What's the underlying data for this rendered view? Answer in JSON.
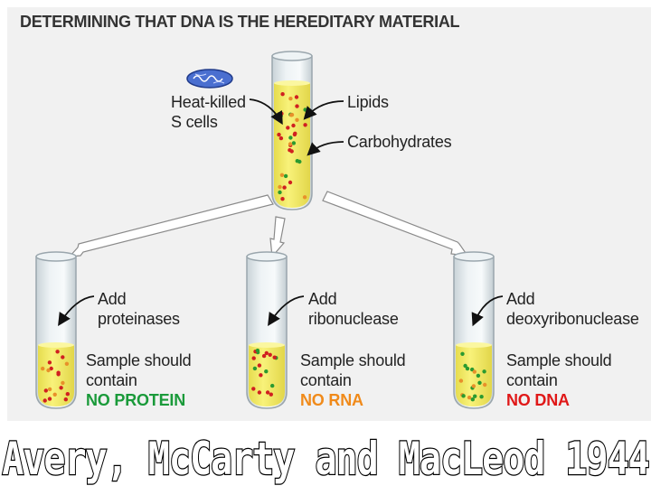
{
  "title": "DETERMINING THAT DNA IS THE HEREDITARY MATERIAL",
  "top": {
    "heat_killed": [
      "Heat-killed",
      "S cells"
    ],
    "lipids": "Lipids",
    "carbohydrates": "Carbohydrates"
  },
  "tubes": [
    {
      "add": [
        "Add",
        "proteinases"
      ],
      "sample": [
        "Sample should",
        "contain"
      ],
      "result": "NO PROTEIN",
      "result_color": "#1a9a3a"
    },
    {
      "add": [
        "Add",
        "ribonuclease"
      ],
      "sample": [
        "Sample should",
        "contain"
      ],
      "result": "NO RNA",
      "result_color": "#f08a1a"
    },
    {
      "add": [
        "Add",
        "deoxyribonuclease"
      ],
      "sample": [
        "Sample should",
        "contain"
      ],
      "result": "NO DNA",
      "result_color": "#e01818"
    }
  ],
  "footer": "Avery, McCarty and MacLeod 1944",
  "colors": {
    "fluid": "#f6ee6c",
    "tube_glass": "#dfe6ea",
    "dot_red": "#d02020",
    "dot_green": "#2a9a30",
    "dot_orange": "#e8902a"
  }
}
